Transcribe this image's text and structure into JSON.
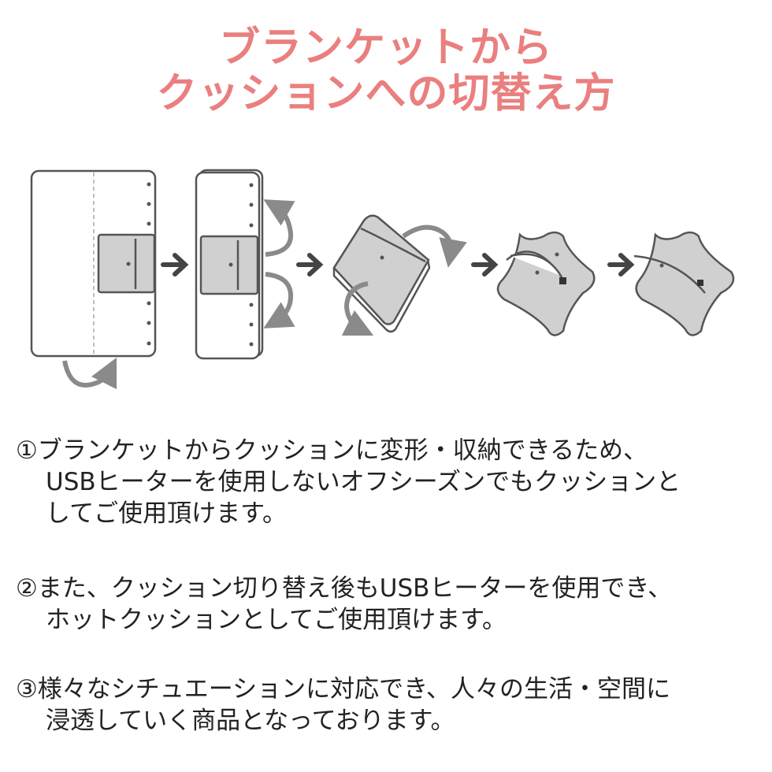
{
  "title": {
    "line1": "ブランケットから",
    "line2": "クッションへの切替え方"
  },
  "colors": {
    "title": "#ea7f7f",
    "outline": "#555555",
    "fill": "#d0d0d0",
    "arrow": "#444444",
    "curve_arrow": "#8a8a8a"
  },
  "diagram": {
    "steps": [
      "blanket-open",
      "blanket-folded",
      "folded-square",
      "cushion-open",
      "cushion-closed"
    ]
  },
  "paragraphs": [
    {
      "lines": [
        "①ブランケットからクッションに変形・収納できるため、",
        "USBヒーターを使用しないオフシーズンでもクッションと",
        "してご使用頂けます。"
      ]
    },
    {
      "lines": [
        "②また、クッション切り替え後もUSBヒーターを使用でき、",
        "ホットクッションとしてご使用頂けます。"
      ]
    },
    {
      "lines": [
        "③様々なシチュエーションに対応でき、人々の生活・空間に",
        "浸透していく商品となっております。"
      ]
    }
  ]
}
